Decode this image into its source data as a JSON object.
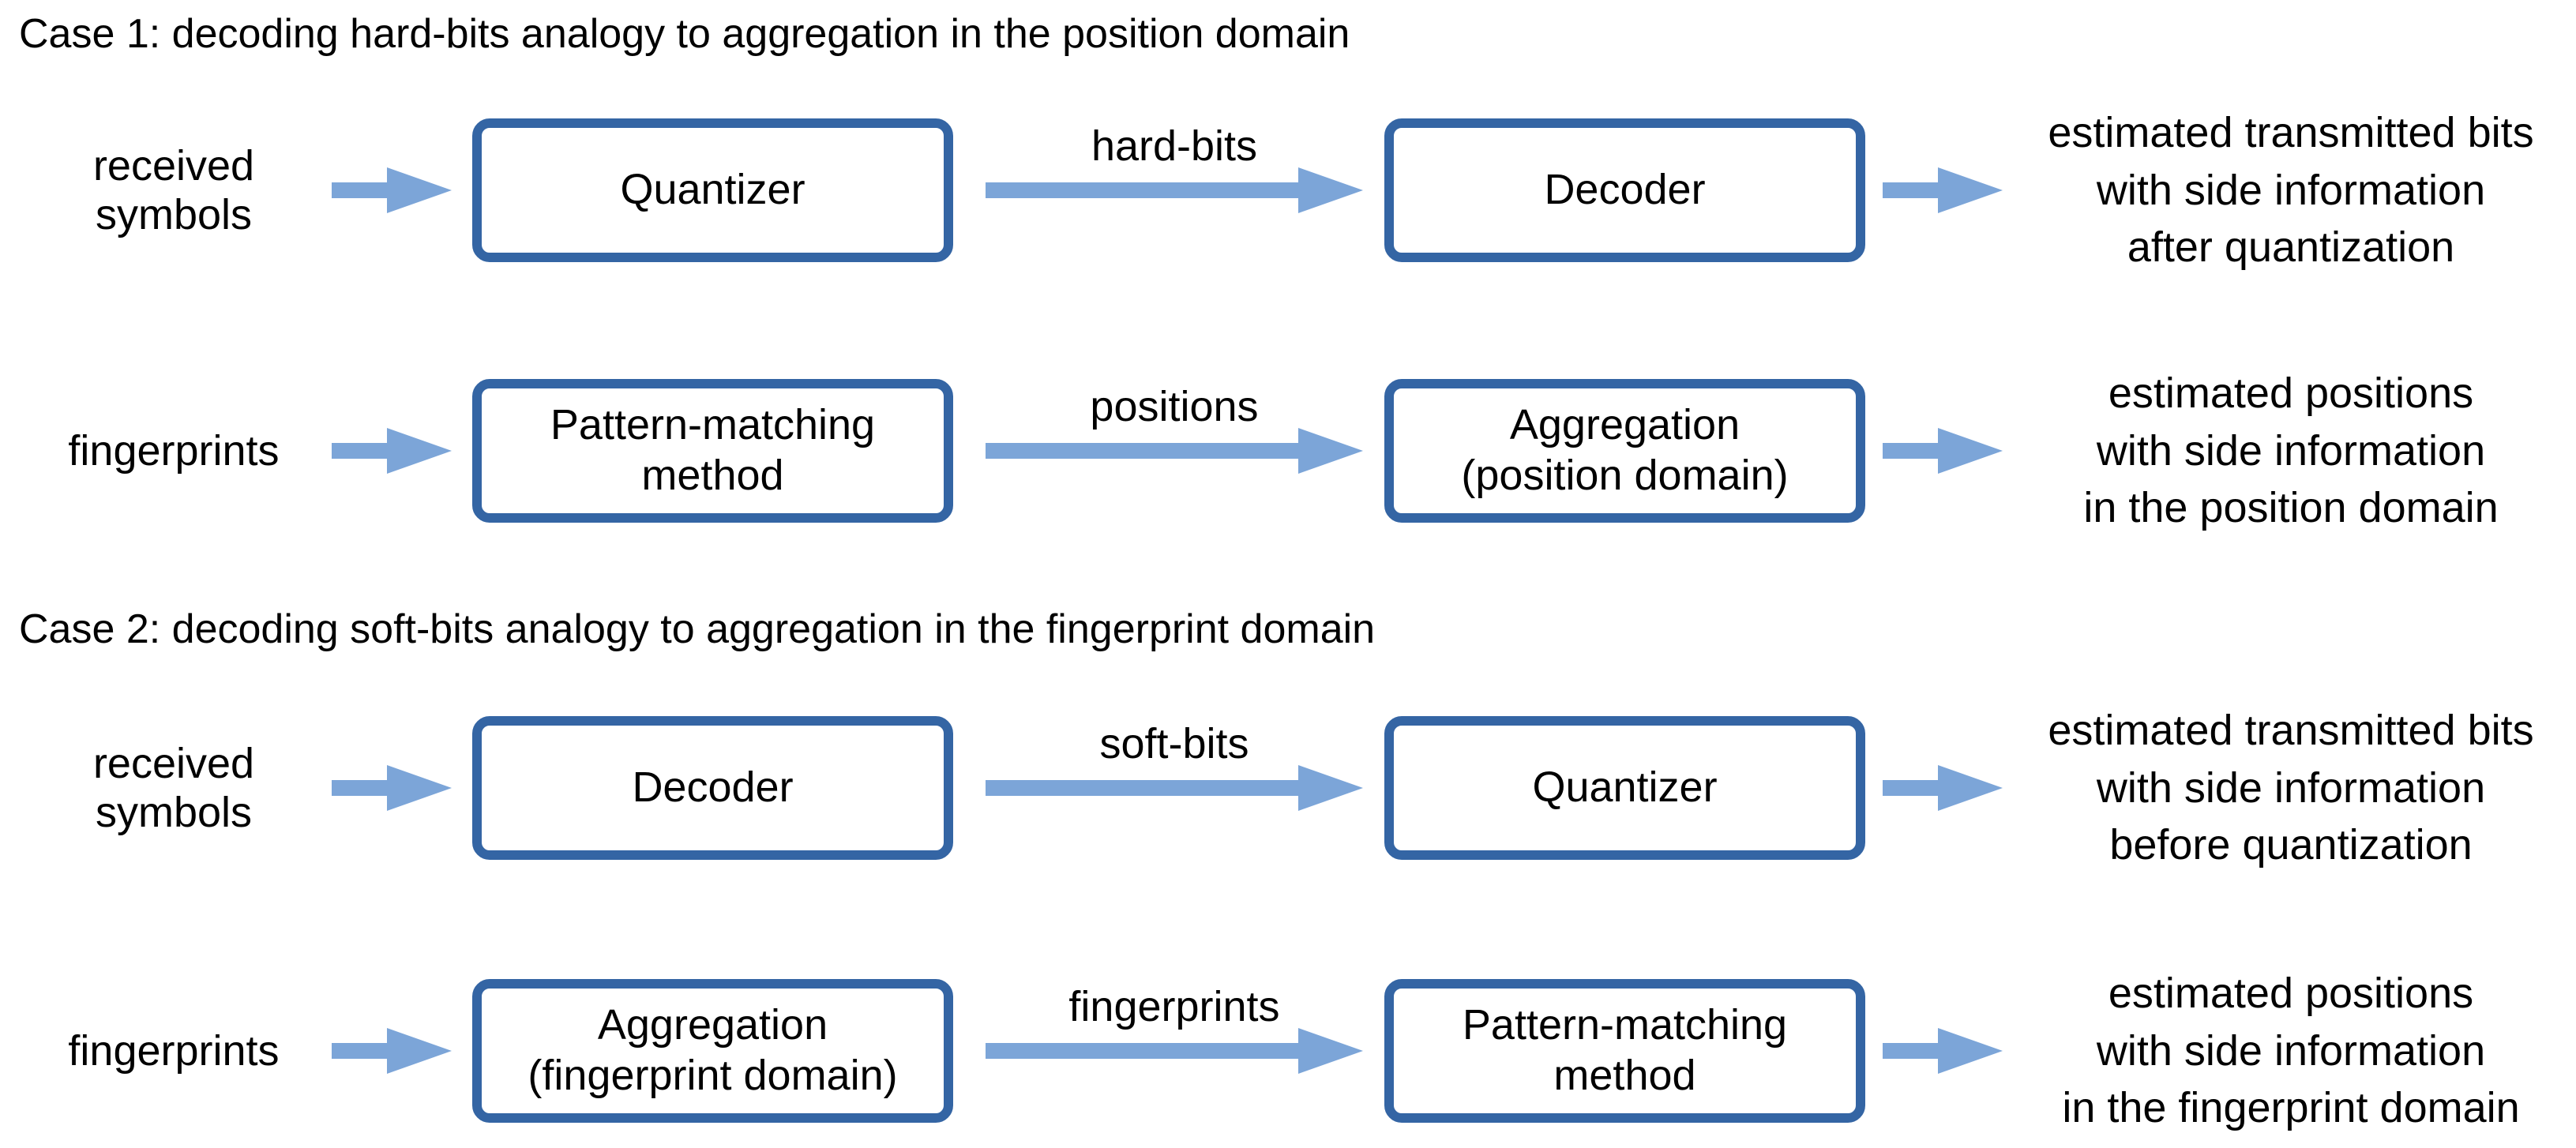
{
  "colors": {
    "box_border": "#3465A4",
    "arrow": "#7CA5D8",
    "text": "#000000",
    "background": "#FFFFFF"
  },
  "cases": [
    {
      "title": "Case 1: decoding hard-bits analogy to aggregation in the position domain",
      "rows": [
        {
          "input": "received\nsymbols",
          "box1": "Quantizer",
          "mid_label": "hard-bits",
          "box2": "Decoder",
          "output": "estimated transmitted bits\nwith side information\nafter quantization"
        },
        {
          "input": "fingerprints",
          "box1": "Pattern-matching\nmethod",
          "mid_label": "positions",
          "box2": "Aggregation\n(position domain)",
          "output": "estimated positions\nwith side information\nin the position domain"
        }
      ]
    },
    {
      "title": "Case 2: decoding soft-bits analogy to aggregation in the fingerprint domain",
      "rows": [
        {
          "input": "received\nsymbols",
          "box1": "Decoder",
          "mid_label": "soft-bits",
          "box2": "Quantizer",
          "output": "estimated transmitted bits\nwith side information\nbefore quantization"
        },
        {
          "input": "fingerprints",
          "box1": "Aggregation\n(fingerprint domain)",
          "mid_label": "fingerprints",
          "box2": "Pattern-matching\nmethod",
          "output": "estimated positions\nwith side information\nin the fingerprint domain"
        }
      ]
    }
  ]
}
